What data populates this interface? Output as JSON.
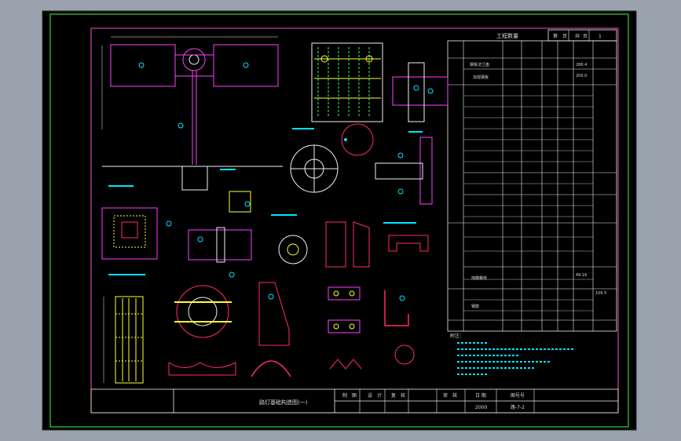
{
  "drawing": {
    "table_title": "工程数量",
    "sheet_info": [
      "第",
      "页",
      "共",
      "页",
      "1"
    ],
    "title_block": {
      "drawing_name": "路灯基础构造图(一)",
      "roles": [
        "制",
        "图",
        "设",
        "计",
        "复",
        "核",
        "审",
        "核"
      ],
      "date_label": "日 期",
      "drawing_no_label": "图号号",
      "date_value": "2000",
      "drawing_no_value": "路-7-2"
    },
    "notes_heading": "附注：",
    "table_rows": [
      {
        "name": "钢板法兰盘",
        "value": "286.4"
      },
      {
        "name": "加强钢板",
        "value": "200.0"
      },
      {
        "name": "地脚螺栓",
        "value": "49.16"
      },
      {
        "name": "钢筋",
        "value": "106.5"
      }
    ]
  },
  "colors": {
    "paper_bg": "#000000",
    "outer_frame": "#3cff3c",
    "inner_frame": "#ff4fc8",
    "window_bg": "#9aa3ad"
  }
}
